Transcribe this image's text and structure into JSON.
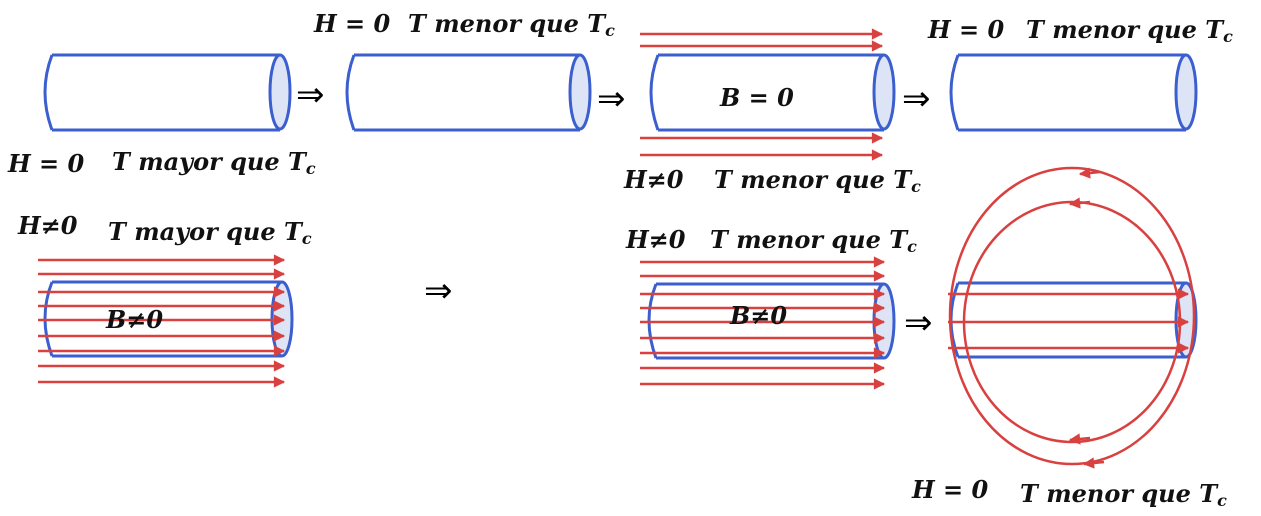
{
  "panels": [
    {
      "field": "H = 0",
      "temp": "T mayor que T",
      "sub": "c"
    },
    {
      "field": "H = 0",
      "temp": "T menor que T",
      "sub": "c"
    },
    {
      "field": "H≠0",
      "temp": "T menor que T",
      "sub": "c",
      "inner": "B = 0"
    },
    {
      "field": "H = 0",
      "temp": "T menor que T",
      "sub": "c"
    },
    {
      "field": "H≠0",
      "temp": "T mayor que T",
      "sub": "c",
      "inner": "B≠0"
    },
    {
      "field": "H≠0",
      "temp": "T menor que T",
      "sub": "c",
      "inner": "B≠0"
    },
    {
      "field": "H = 0",
      "temp": "T menor que T",
      "sub": "c"
    }
  ],
  "implies_symbol": "⇒",
  "colors": {
    "cylinder": "#3c5fd0",
    "cylinder_fill": "#dde4f5",
    "field_line": "#d94040"
  }
}
